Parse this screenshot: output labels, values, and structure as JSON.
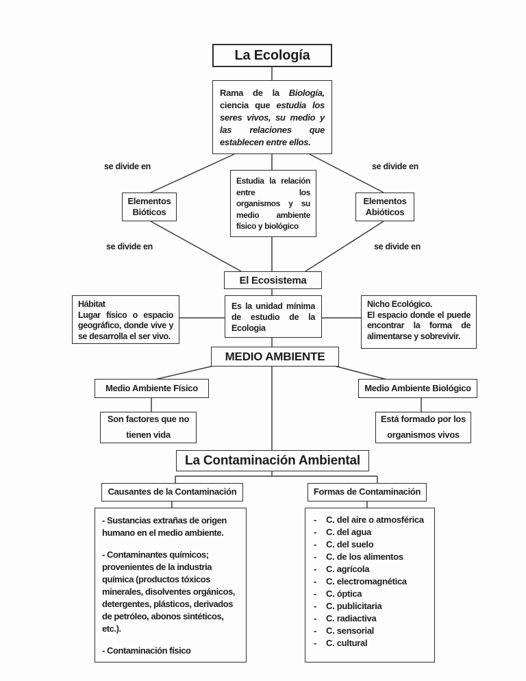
{
  "page": {
    "background_color": "#fdfdfd",
    "line_color": "#3a3a3a",
    "border_color": "#2e2e2e"
  },
  "labels": {
    "se_divide_en": "se divide en",
    "dash": "-"
  },
  "nodes": {
    "title": "La Ecología",
    "definition_parts": {
      "p0": "Rama de la ",
      "p1": "Biología,",
      "p2": " ciencia que ",
      "p3": "estudia los seres vivos, su medio y las relaciones que establecen entre ellos."
    },
    "elementos_bioticos": "Elementos Bióticos",
    "estudia": "Estudia la relación entre los organismos y su medio ambiente físico y biológico",
    "elementos_abioticos": "Elementos Abióticos",
    "ecosistema": "El Ecosistema",
    "unidad": "Es la unidad mínima de estudio de la Ecologia",
    "habitat_title": "Hábitat",
    "habitat_body": "Lugar físico o espacio geográfico, donde vive y se desarrolla el ser vivo.",
    "nicho_title": "Nicho Ecológico.",
    "nicho_body": "El espacio donde el puede encontrar la forma de alimentarse y sobrevivir.",
    "medio_ambiente": "MEDIO AMBIENTE",
    "medio_ambiente_fisico": "Medio Ambiente Físico",
    "medio_ambiente_biologico": "Medio Ambiente Biológico",
    "son_factores": "Son factores que no tienen vida",
    "esta_formado": "Está formado por los organismos vivos",
    "contaminacion": "La Contaminación Ambiental",
    "causantes_title": "Causantes de la Contaminación",
    "formas_title": "Formas de Contaminación",
    "causantes_items": {
      "i0": "-  Sustancias extrañas de origen humano en el medio ambiente.",
      "i1": "-  Contaminantes químicos; provenientes de la industria química (productos tóxicos minerales, disolventes orgánicos, detergentes, plásticos, derivados de petróleo, abonos sintéticos, etc.).",
      "i2": "- Contaminación físico"
    },
    "formas_items": {
      "i0": "C. del aire o atmosférica",
      "i1": "C. del agua",
      "i2": "C. del suelo",
      "i3": "C. de los alimentos",
      "i4": "C. agrícola",
      "i5": "C. electromagnética",
      "i6": "C. óptica",
      "i7": "C. publicitaria",
      "i8": "C. radiactiva",
      "i9": "C. sensorial",
      "i10": "C. cultural"
    }
  }
}
